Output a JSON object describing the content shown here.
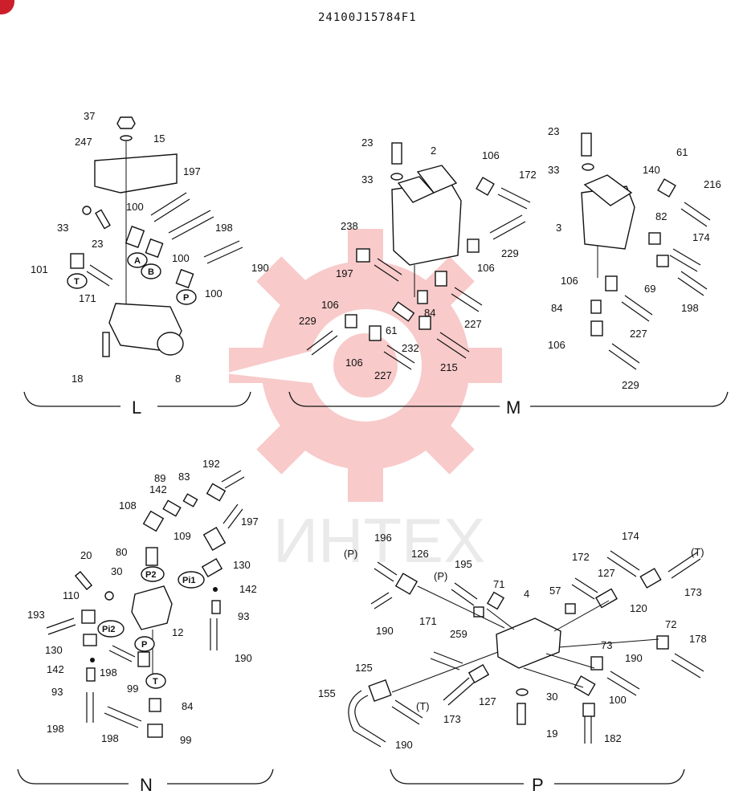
{
  "header": {
    "drawing_number": "24100J15784F1"
  },
  "watermark": {
    "text": "ИНТЕХ",
    "color": "#f3a0a0"
  },
  "badge": {
    "color": "#cc1f2b"
  },
  "sections": {
    "L": {
      "label": "L"
    },
    "M": {
      "label": "M"
    },
    "N": {
      "label": "N"
    },
    "P": {
      "label": "P"
    }
  },
  "port_labels": [
    "A",
    "B",
    "T",
    "P",
    "P2",
    "Pi1",
    "Pi2",
    "P",
    "T"
  ],
  "callouts": {
    "L": [
      "37",
      "247",
      "15",
      "197",
      "33",
      "23",
      "100",
      "198",
      "101",
      "100",
      "190",
      "171",
      "100",
      "18",
      "8"
    ],
    "M": [
      "23",
      "2",
      "106",
      "172",
      "33",
      "238",
      "197",
      "106",
      "229",
      "106",
      "229",
      "61",
      "84",
      "227",
      "232",
      "106",
      "227",
      "215",
      "23",
      "61",
      "33",
      "140",
      "216",
      "3",
      "82",
      "174",
      "106",
      "69",
      "84",
      "198",
      "227",
      "106",
      "229"
    ],
    "N": [
      "192",
      "89",
      "83",
      "142",
      "108",
      "197",
      "109",
      "80",
      "130",
      "20",
      "30",
      "142",
      "110",
      "193",
      "93",
      "130",
      "12",
      "198",
      "190",
      "142",
      "99",
      "93",
      "84",
      "198",
      "198",
      "99"
    ],
    "P": [
      "174",
      "(T)",
      "(P)",
      "196",
      "126",
      "172",
      "127",
      "195",
      "71",
      "(P)",
      "4",
      "57",
      "120",
      "173",
      "190",
      "259",
      "72",
      "171",
      "178",
      "73",
      "190",
      "125",
      "30",
      "100",
      "155",
      "127",
      "(T)",
      "173",
      "19",
      "182",
      "190"
    ]
  }
}
